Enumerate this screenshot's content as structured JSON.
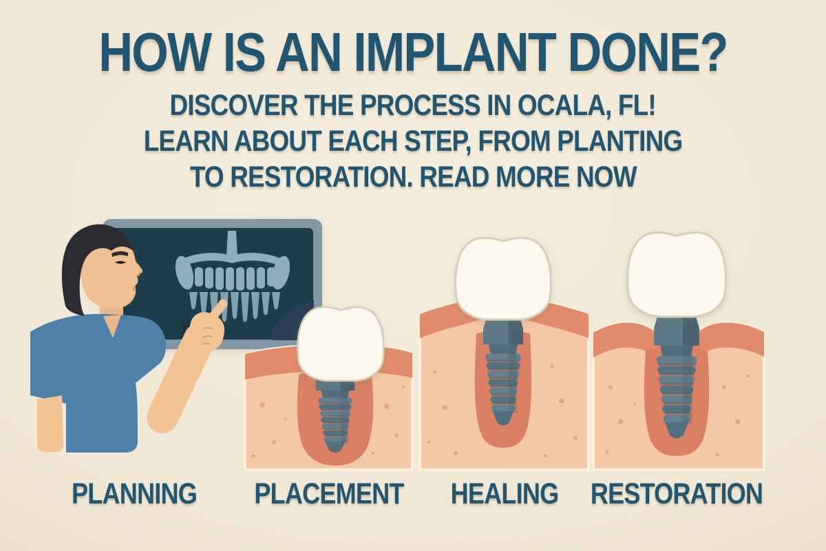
{
  "title": "HOW IS AN IMPLANT DONE?",
  "subtitle_lines": {
    "line1": "DISCOVER THE PROCESS IN OCALA, FL!",
    "line2": "LEARN ABOUT EACH STEP, FROM PLANTING",
    "line3": "TO RESTORATION. READ MORE NOW"
  },
  "steps": [
    {
      "label": "PLANNING"
    },
    {
      "label": "PLACEMENT"
    },
    {
      "label": "HEALING"
    },
    {
      "label": "RESTORATION"
    }
  ],
  "colors": {
    "background": "#efe6d2",
    "text": "#215672",
    "gum": "#e18b6c",
    "bone": "#f4c7a6",
    "implant": "#5d7887",
    "crown": "#fcf8ee",
    "scrubs": "#4e80a8",
    "skin": "#f2c493",
    "xray_frame": "#8197a5",
    "xray_screen": "#1f3d4a",
    "xray_teeth": "#8fadbb"
  }
}
